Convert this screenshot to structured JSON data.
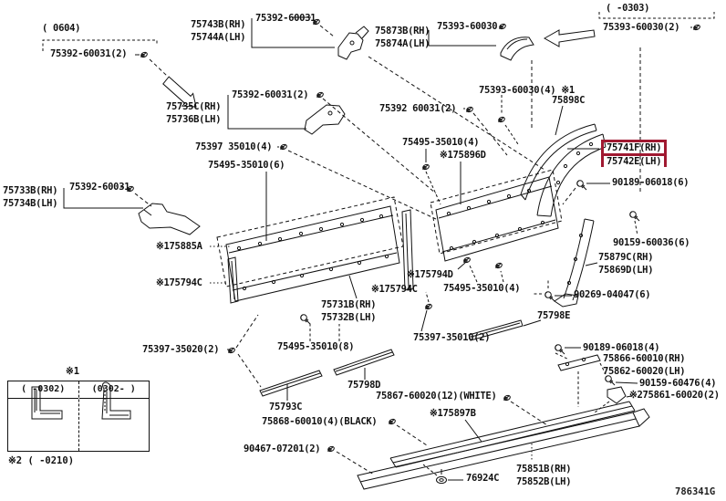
{
  "figure_code": "786341G",
  "colors": {
    "highlight_box": "#a01931",
    "line_art": "#111111",
    "background": "#ffffff"
  },
  "date_notes": {
    "top_left": "(  0604)",
    "top_right": "(  -0303)"
  },
  "selected_part": {
    "rh": "75741F(RH)",
    "lh": "75742E(LH)"
  },
  "part_labels": {
    "t75392a": "75392-60031(2)",
    "t75743": "75743B(RH)\n75744A(LH)",
    "t75392top": "75392-60031",
    "t75873": "75873B(RH)\n75874A(LH)",
    "t75393": "75393-60030",
    "t75393b": "75393-60030(2)",
    "t75393c": "75393-60030(4) ※1",
    "t75898c": "75898C",
    "t75735": "75735C(RH)\n75736B(LH)",
    "t75392b": "75392-60031(2)",
    "t75392c": "75392 60031(2)",
    "t75397a": "75397 35010(4)",
    "t75495a": "75495-35010(6)",
    "t75495b": "75495-35010(4)",
    "t75896d": "※175896D",
    "t90189a": "90189-06018(6)",
    "t90159a": "90159-60036(6)",
    "t75879": "75879C(RH)\n75869D(LH)",
    "t90269": "90269-04047(6)",
    "t75733": "75733B(RH)\n75734B(LH)",
    "t75392d": "75392-60031",
    "t75885a": "※175885A",
    "t75794a": "※175794C",
    "t75731": "75731B(RH)\n75732B(LH)",
    "t75794d": "※175794D",
    "t75794b": "※175794C",
    "t75495c": "75495-35010(4)",
    "t75397b": "75397-35010(2)",
    "t75798e": "75798E",
    "t75397c": "75397-35020(2)",
    "t75495d": "75495-35010(8)",
    "t75798d": "75798D",
    "t75793c": "75793C",
    "t75867": "75867-60020(12)(WHITE)",
    "t75868": "75868-60010(4)(BLACK)",
    "t90467": "90467-07201(2)",
    "t75897b": "※175897B",
    "t76924c": "76924C",
    "t75851": "75851B(RH)\n75852B(LH)",
    "t90189b": "90189-06018(4)",
    "t75866": "75866-60010(RH)\n75862-60020(LH)",
    "t90159b": "90159-60476(4)",
    "t75861": "※275861-60020(2)"
  },
  "note_box": {
    "title": "※1",
    "left_header": "(  -0302)",
    "right_header": "(0302-  )",
    "footnote": "※2 (    -0210)"
  },
  "icons": {
    "clip": "wire-clip-fastener",
    "screw": "screw-fastener",
    "grommet": "grommet-clip",
    "arrow": "assembly-direction-arrow"
  }
}
